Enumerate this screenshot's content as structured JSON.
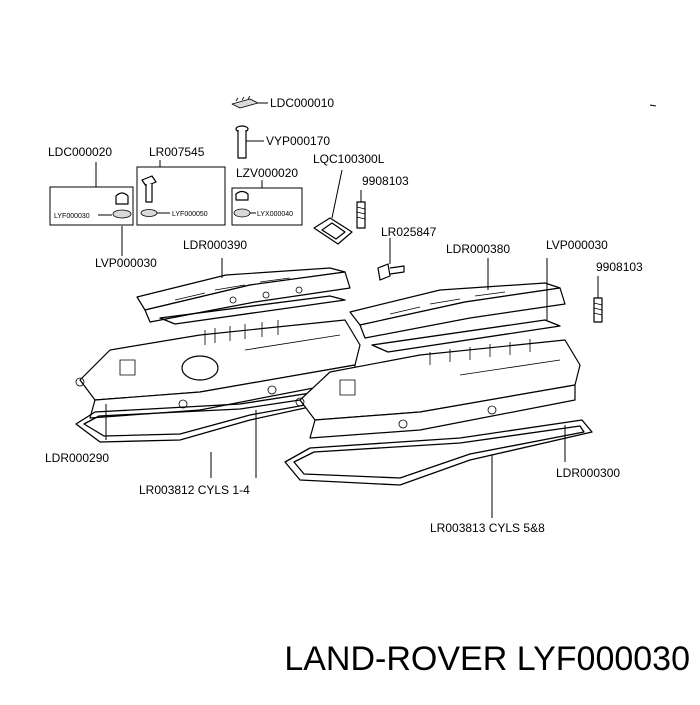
{
  "parts": {
    "ldc000010": "LDC000010",
    "vyp000170": "VYP000170",
    "ldc000020": "LDC000020",
    "lr007545": "LR007545",
    "lqc100300l": "LQC100300L",
    "lzv000020": "LZV000020",
    "p9908103_a": "9908103",
    "p9908103_b": "9908103",
    "lyf000030_small": "LYF000030",
    "lyf000050_small": "LYF000050",
    "lyx000040_small": "LYX000040",
    "lr025847": "LR025847",
    "ldr000390": "LDR000390",
    "ldr000380": "LDR000380",
    "lvp000030_a": "LVP000030",
    "lvp000030_b": "LVP000030",
    "ldr000290": "LDR000290",
    "ldr000300": "LDR000300",
    "lr003812": "LR003812 CYLS 1-4",
    "lr003813": "LR003813 CYLS 5&8"
  },
  "footer": {
    "title": "LAND-ROVER LYF000030"
  }
}
